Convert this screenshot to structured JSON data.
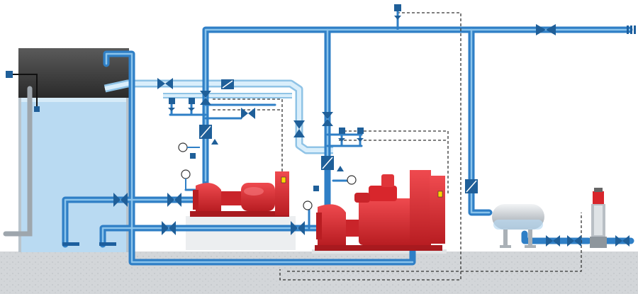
{
  "diagram": {
    "kind": "fire-pump-installation",
    "colors": {
      "pipe_main": "#2f7fc6",
      "pipe_dark": "#1d5f9e",
      "pipe_light": "#bfe0f5",
      "pipe_light_edge": "#8fc3e6",
      "water": "#b9daf2",
      "tank_top": "#3a3a3a",
      "tank_wall": "#cfd6dc",
      "pump_red": "#d8262c",
      "pump_red_dark": "#a81a1f",
      "valve_blue": "#1f5f99",
      "ground": "#d5d8db",
      "control_line": "#333333",
      "pressure_tank": "#c9cdd1",
      "slab": "#e9ebed"
    },
    "components": [
      {
        "id": "water-tank",
        "icon": "tank-icon"
      },
      {
        "id": "electric-pump",
        "icon": "electric-motor-icon"
      },
      {
        "id": "diesel-pump",
        "icon": "diesel-engine-icon"
      },
      {
        "id": "jockey-pump",
        "icon": "vertical-pump-icon"
      },
      {
        "id": "pressure-vessel",
        "icon": "pressure-tank-icon"
      },
      {
        "id": "electric-controller",
        "icon": "control-panel-icon"
      },
      {
        "id": "diesel-controller",
        "icon": "control-panel-icon"
      }
    ]
  }
}
